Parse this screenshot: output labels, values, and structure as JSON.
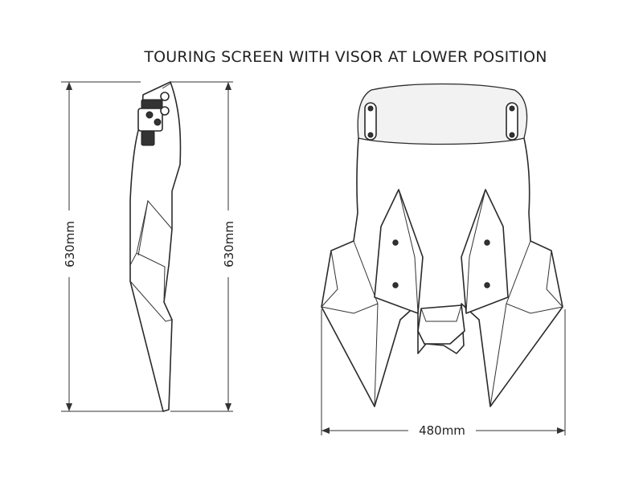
{
  "title": "TOURING SCREEN WITH VISOR AT LOWER POSITION",
  "dimensions": {
    "height_left": "630mm",
    "height_right": "630mm",
    "width": "480mm"
  }
}
